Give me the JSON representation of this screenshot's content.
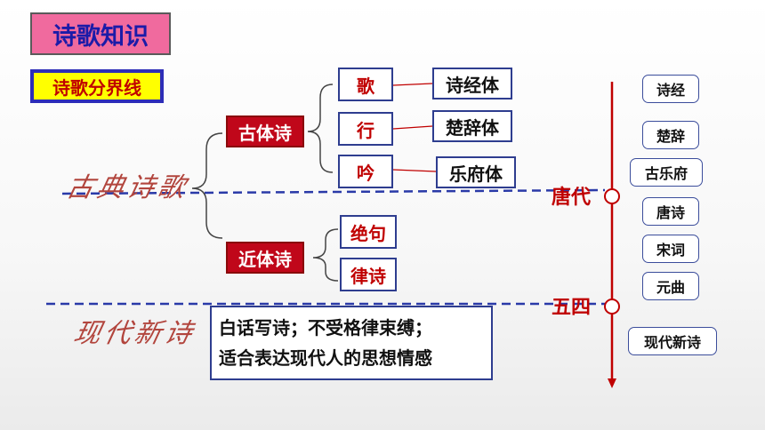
{
  "title": "诗歌知识",
  "subtitle": "诗歌分界线",
  "categories": {
    "classical_label": "古典诗歌",
    "modern_label": "现代新诗"
  },
  "classical": {
    "ancient_style": "古体诗",
    "ancient_forms": [
      {
        "form": "歌",
        "origin": "诗经体"
      },
      {
        "form": "行",
        "origin": "楚辞体"
      },
      {
        "form": "吟",
        "origin": "乐府体"
      }
    ],
    "modern_style": "近体诗",
    "modern_forms": [
      "绝句",
      "律诗"
    ]
  },
  "modern_description": [
    "白话写诗；不受格律束缚；",
    "适合表达现代人的思想情感"
  ],
  "eras": {
    "tang": "唐代",
    "may_fourth": "五四"
  },
  "timeline": [
    "诗经",
    "楚辞",
    "古乐府",
    "唐诗",
    "宋词",
    "元曲",
    "现代新诗"
  ],
  "colors": {
    "accent_red": "#c0071a",
    "border_blue": "#2e3d8f",
    "title_pink": "#f06a9e",
    "subtitle_yellow": "#ffff00"
  }
}
